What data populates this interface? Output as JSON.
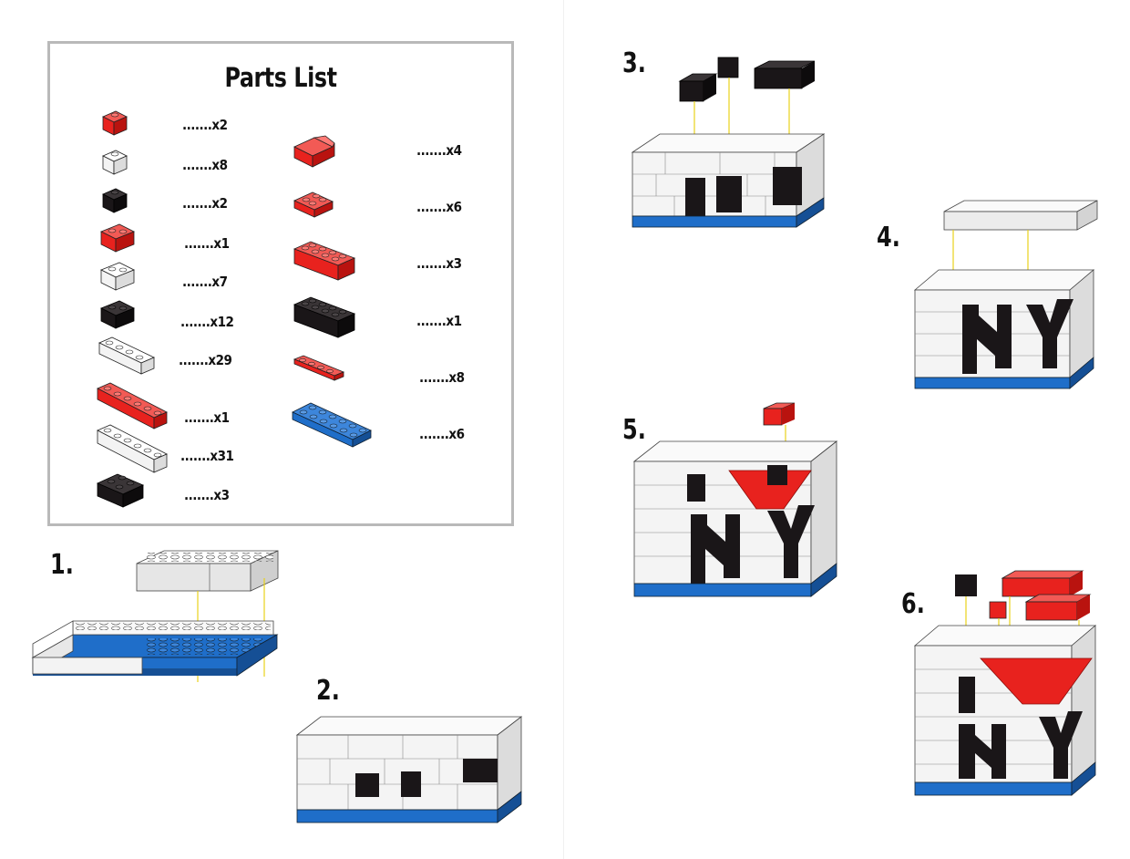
{
  "parts_list": {
    "title": "Parts List",
    "left_column": [
      {
        "piece": "red-1x1-brick-icon",
        "qty": ".......x2"
      },
      {
        "piece": "white-1x1-brick-icon",
        "qty": ".......x8"
      },
      {
        "piece": "black-1x1-brick-icon",
        "qty": ".......x2"
      },
      {
        "piece": "red-1x2-brick-icon",
        "qty": ".......x1"
      },
      {
        "piece": "white-1x2-brick-icon",
        "qty": ".......x7"
      },
      {
        "piece": "black-1x2-brick-icon",
        "qty": ".......x12"
      },
      {
        "piece": "white-1x4-brick-icon",
        "qty": ".......x29"
      },
      {
        "piece": "red-1x6-brick-icon",
        "qty": ".......x1"
      },
      {
        "piece": "white-1x6-brick-icon",
        "qty": ".......x31"
      },
      {
        "piece": "black-2x2-brick-icon",
        "qty": ".......x3"
      }
    ],
    "right_column": [
      {
        "piece": "red-slope-brick-icon",
        "qty": ".......x4"
      },
      {
        "piece": "red-2x2-plate-icon",
        "qty": ".......x6"
      },
      {
        "piece": "red-2x4-brick-icon",
        "qty": ".......x3"
      },
      {
        "piece": "black-2x4-brick-icon",
        "qty": ".......x1"
      },
      {
        "piece": "red-1x4-plate-icon",
        "qty": ".......x8"
      },
      {
        "piece": "blue-2x6-plate-icon",
        "qty": ".......x6"
      }
    ]
  },
  "steps": [
    {
      "label": "1."
    },
    {
      "label": "2."
    },
    {
      "label": "3."
    },
    {
      "label": "4."
    },
    {
      "label": "5."
    },
    {
      "label": "6."
    }
  ],
  "colors": {
    "red": "#e8221e",
    "white": "#f6f6f6",
    "black": "#1a1618",
    "blue": "#1f6ec9",
    "guide": "#f2e22a",
    "border": "#b9b9b9"
  }
}
